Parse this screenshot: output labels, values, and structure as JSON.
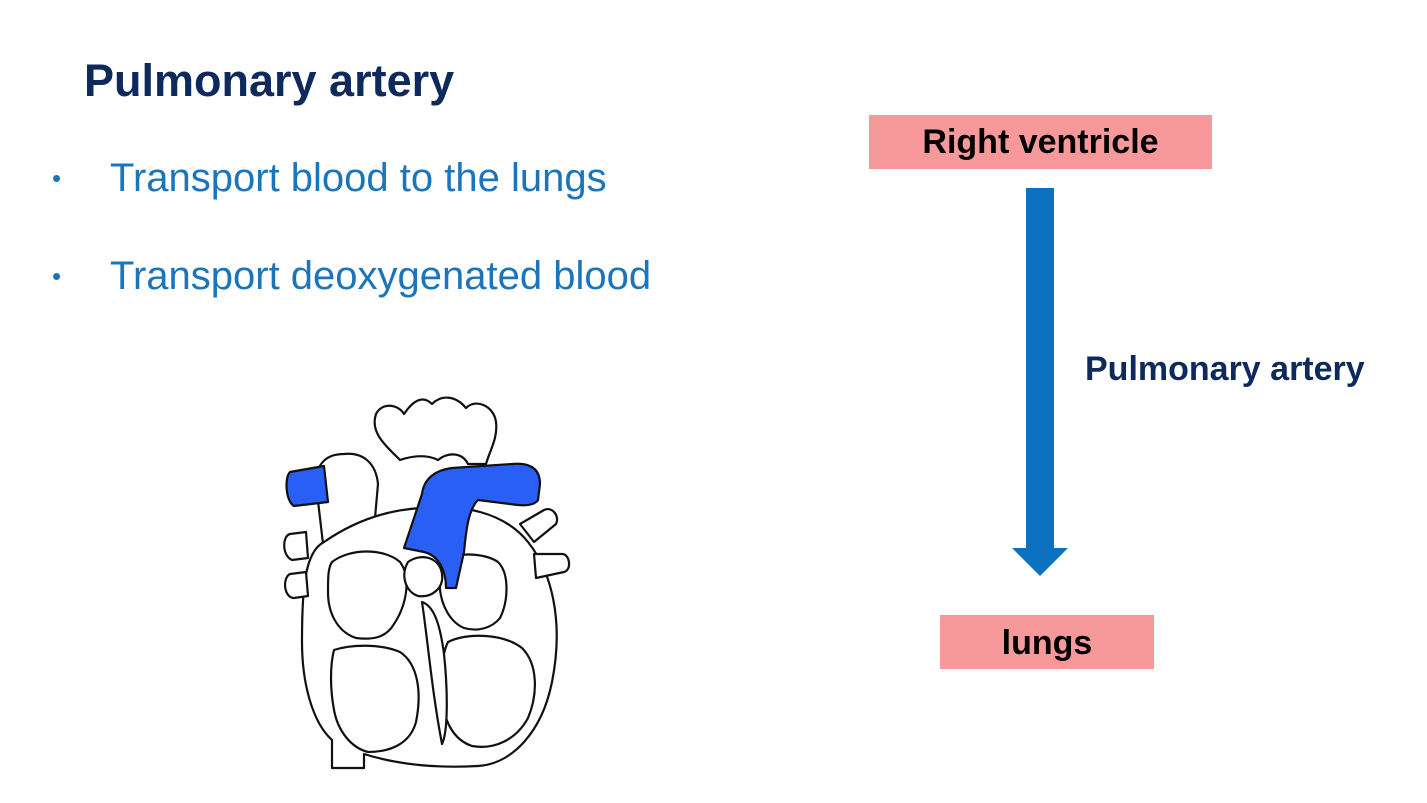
{
  "slide": {
    "title": "Pulmonary artery",
    "bullets": [
      "Transport blood to the lungs",
      "Transport deoxygenated blood"
    ],
    "bullet_glyph": "•"
  },
  "flow": {
    "from": "Right ventricle",
    "to": "lungs",
    "label": "Pulmonary artery"
  },
  "colors": {
    "title": "#0e2a5c",
    "bullet_text": "#1b75bb",
    "box_fill": "#f7999a",
    "arrow": "#0b71c0",
    "highlighted_vessel": "#2a5ff5"
  },
  "illustration": {
    "icon": "heart-diagram-icon",
    "highlighted_part": "pulmonary-artery"
  }
}
